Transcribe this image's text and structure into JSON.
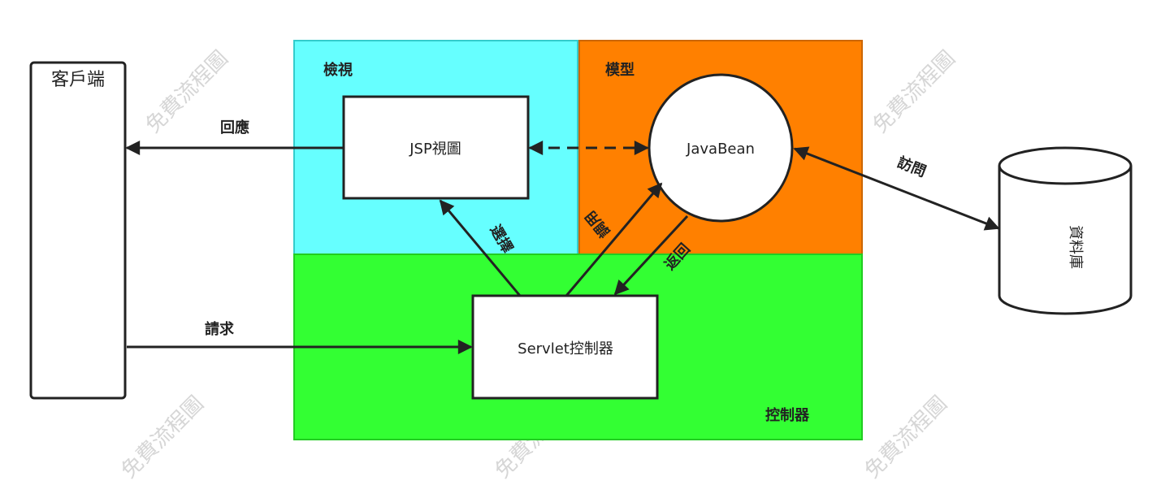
{
  "regions": {
    "view": {
      "label": "檢視",
      "color": "#66ffff"
    },
    "model": {
      "label": "模型",
      "color": "#ff8000"
    },
    "controller": {
      "label": "控制器",
      "color": "#33ff33"
    }
  },
  "nodes": {
    "client": {
      "label": "客戶端"
    },
    "jsp": {
      "label": "JSP視圖"
    },
    "javabean": {
      "label": "JavaBean"
    },
    "servlet": {
      "label": "Servlet控制器"
    },
    "database": {
      "label": "資料庫"
    }
  },
  "edges": {
    "response": {
      "label": "回應"
    },
    "request": {
      "label": "請求"
    },
    "select": {
      "label": "選擇"
    },
    "call": {
      "label": "調用"
    },
    "return": {
      "label": "返回"
    },
    "access": {
      "label": "訪問"
    }
  },
  "watermarks": [
    "免費流程圖",
    "免費流程圖",
    "免費流程圖",
    "免費流程圖",
    "免費流程圖"
  ],
  "colors": {
    "stroke": "#222222",
    "panel": "#ffffff"
  }
}
